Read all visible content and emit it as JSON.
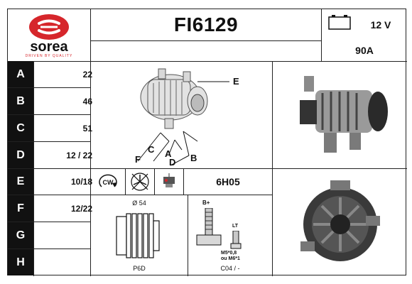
{
  "brand": {
    "name": "sorea",
    "tagline": "DRIVEN BY QUALITY"
  },
  "header": {
    "part_number": "FI6129",
    "voltage": "12 V",
    "amperage": "90A"
  },
  "specs": [
    {
      "letter": "A",
      "value": "22"
    },
    {
      "letter": "B",
      "value": "46"
    },
    {
      "letter": "C",
      "value": "51"
    },
    {
      "letter": "D",
      "value": "12 / 22"
    },
    {
      "letter": "E",
      "value": "10/18"
    },
    {
      "letter": "F",
      "value": "12/22"
    },
    {
      "letter": "G",
      "value": ""
    },
    {
      "letter": "H",
      "value": ""
    }
  ],
  "diagram_labels": {
    "a": "A",
    "b": "B",
    "c": "C",
    "d": "D",
    "e": "E",
    "f": "F"
  },
  "info_row": {
    "rotation": "CW",
    "regulator_code": "6H05"
  },
  "pulley": {
    "diameter": "Ø 54",
    "type": "P6D"
  },
  "terminals": {
    "b_plus": "B+",
    "lt": "LT",
    "thread_main": "M5*0,8",
    "thread_alt": "ou M6*1",
    "connector": "C04 / -"
  },
  "colors": {
    "brand_red": "#d6262b",
    "black": "#111111"
  }
}
